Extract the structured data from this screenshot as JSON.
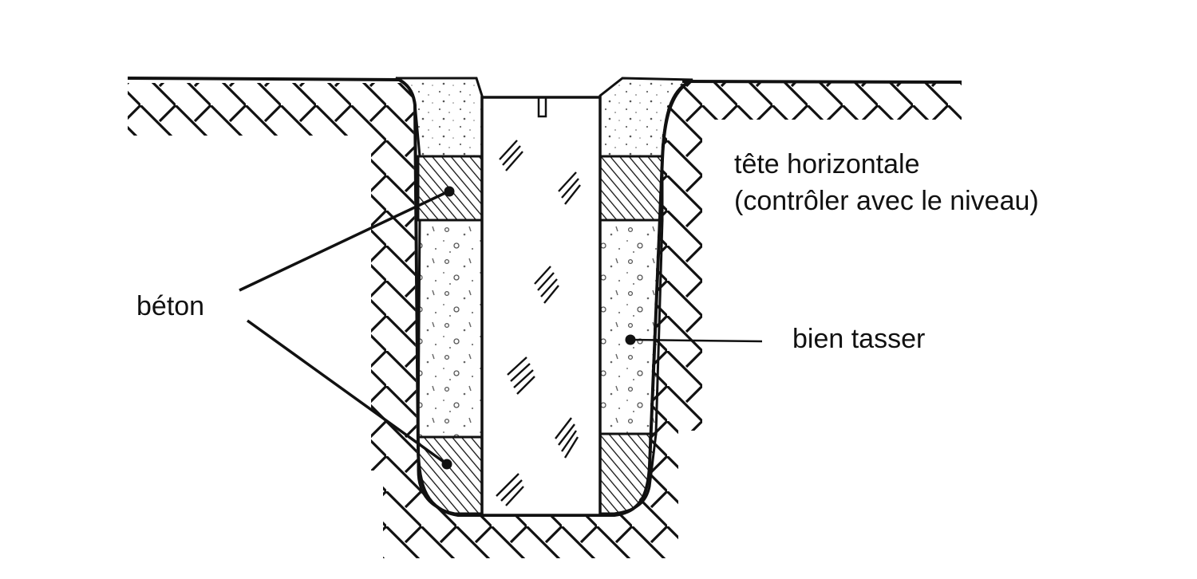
{
  "labels": {
    "concrete": "béton",
    "head_line1": "tête horizontale",
    "head_line2": "(contrôler avec le niveau)",
    "compact": "bien tasser"
  },
  "colors": {
    "ink": "#111111",
    "background": "#ffffff",
    "fill_speckle": "#555555"
  }
}
